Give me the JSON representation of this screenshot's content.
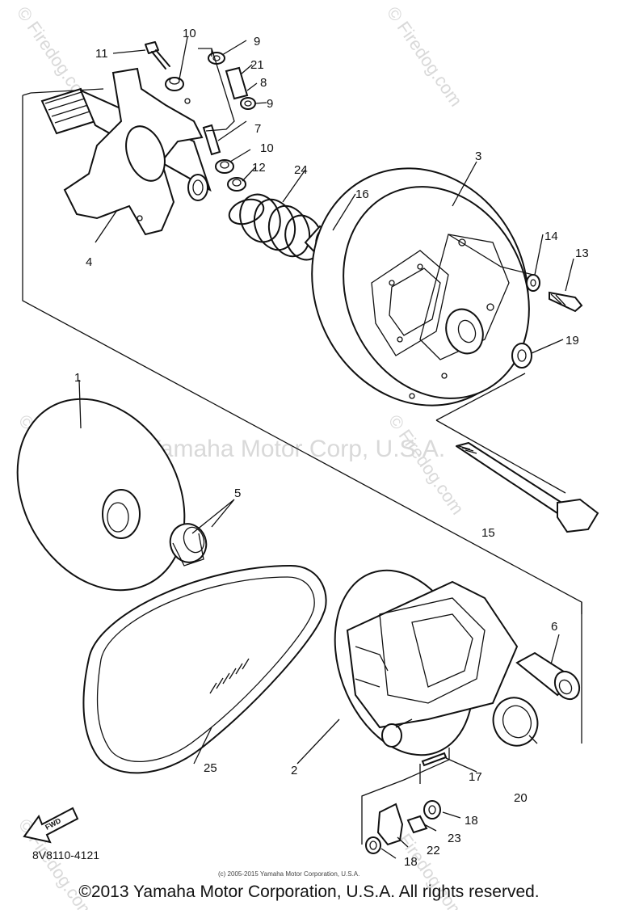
{
  "watermark": {
    "center": "Yamaha Motor Corp, U.S.A.",
    "corner": "© Firedog.com"
  },
  "diagram_code": "8V8110-4121",
  "small_copyright": "(c) 2005-2015 Yamaha Motor Corporation, U.S.A.",
  "fwd_label": "FWD",
  "footer": "©2013 Yamaha Motor Corporation, U.S.A. All rights reserved.",
  "callouts": {
    "c1": "1",
    "c2": "2",
    "c3": "3",
    "c4": "4",
    "c5": "5",
    "c6": "6",
    "c7": "7",
    "c8": "8",
    "c9a": "9",
    "c9b": "9",
    "c10a": "10",
    "c10b": "10",
    "c11": "11",
    "c12": "12",
    "c13": "13",
    "c14": "14",
    "c15": "15",
    "c16": "16",
    "c17": "17",
    "c18a": "18",
    "c18b": "18",
    "c19": "19",
    "c20": "20",
    "c21": "21",
    "c22": "22",
    "c23": "23",
    "c24": "24",
    "c25": "25"
  }
}
